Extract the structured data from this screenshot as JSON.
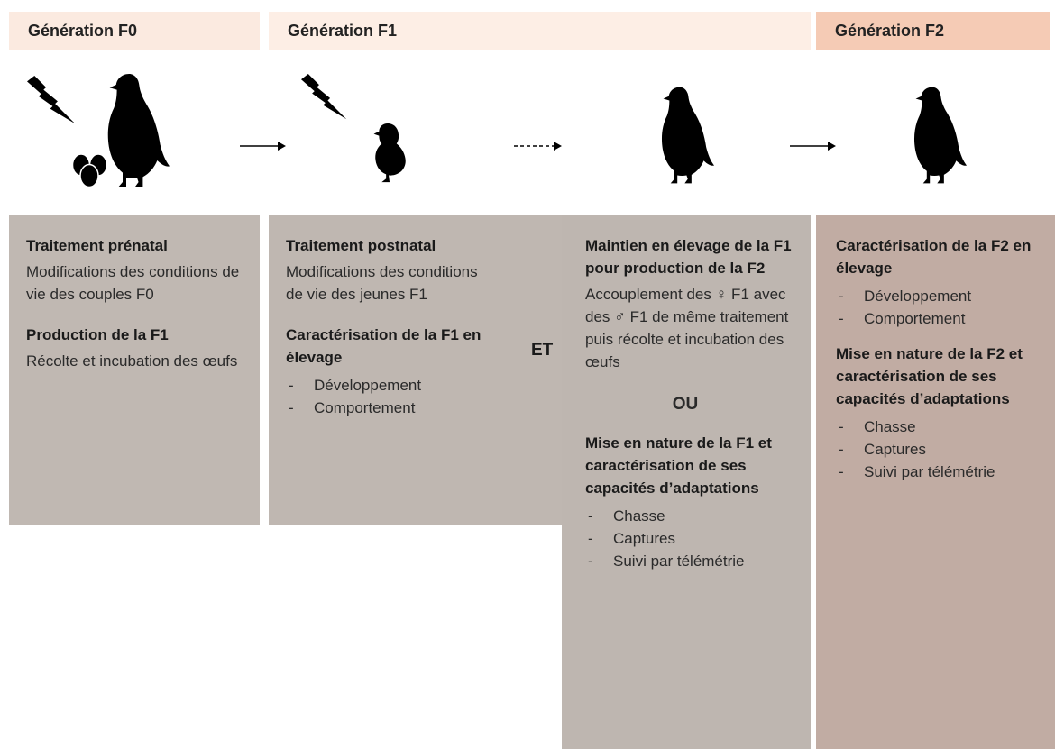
{
  "headers": {
    "f0": "Génération F0",
    "f1": "Génération F1",
    "f2": "Génération F2"
  },
  "icons": [
    "lightning-icon",
    "eggs-icon",
    "partridge-icon",
    "chick-icon",
    "arrow-icon",
    "dashed-arrow-icon"
  ],
  "colors": {
    "header_f0": "#fbeae0",
    "header_f1": "#fdeee5",
    "header_f2": "#f5cbb5",
    "box_grey": "#c0b8b2",
    "box_f2": "#c1aca3"
  },
  "f0": {
    "title1": "Traitement prénatal",
    "text1": "Modifications des conditions de vie des couples F0",
    "title2": "Production de la F1",
    "text2": "Récolte et incubation des œufs"
  },
  "f1": {
    "title1": "Traitement postnatal",
    "text1": "Modifications des conditions de vie des jeunes F1",
    "title2": "Caractérisation de la F1 en élevage",
    "items": [
      "Développement",
      "Comportement"
    ]
  },
  "et": "ET",
  "mid": {
    "title1": "Maintien en élevage de la F1 pour production de la F2",
    "text1": "Accouplement des ♀ F1 avec des ♂ F1 de même traitement puis récolte et incubation des œufs",
    "ou": "OU",
    "title2": "Mise en nature de la F1 et caractérisation de ses capacités d’adaptations",
    "items": [
      "Chasse",
      "Captures",
      "Suivi par télémétrie"
    ]
  },
  "f2": {
    "title1": "Caractérisation de la F2 en élevage",
    "items1": [
      "Développement",
      "Comportement"
    ],
    "title2": "Mise en nature de la F2 et caractérisation de ses capacités d’adaptations",
    "items2": [
      "Chasse",
      "Captures",
      "Suivi par télémétrie"
    ]
  }
}
